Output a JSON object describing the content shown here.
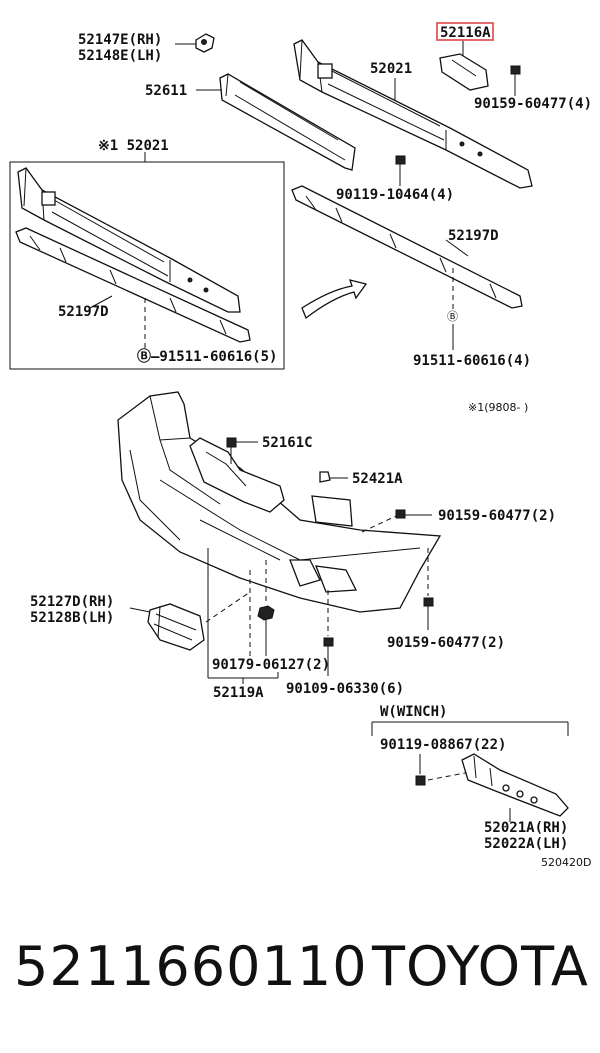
{
  "highlight_color": "#e05a5a",
  "labels": {
    "p52147E": "52147E(RH)",
    "p52148E": "52148E(LH)",
    "p52116A": "52116A",
    "p52021": "52021",
    "p52611": "52611",
    "p90159_top": "90159-60477(4)",
    "p52021_inset": "※1 52021",
    "p90119_10464": "90119-10464(4)",
    "p52197D_right": "52197D",
    "p52197D_left": "52197D",
    "p91511_left": "Ⓑ—91511-60616(5)",
    "p91511_right": "91511-60616(4)",
    "b_marker": "Ⓑ",
    "note": "※1(9808-      )",
    "p52161C": "52161C",
    "p52421A": "52421A",
    "p90159_mid": "90159-60477(2)",
    "p52127D": "52127D(RH)",
    "p52128B": "52128B(LH)",
    "p90159_low": "90159-60477(2)",
    "p90179": "90179-06127(2)",
    "p90109": "90109-06330(6)",
    "p52119A": "52119A",
    "winch": "W(WINCH)",
    "p90119_08867": "90119-08867(22)",
    "p52021A": "52021A(RH)",
    "p52022A": "52022A(LH)",
    "code": "520420D"
  },
  "footer": {
    "part_number": "5211660110",
    "brand": "TOYOTA"
  }
}
